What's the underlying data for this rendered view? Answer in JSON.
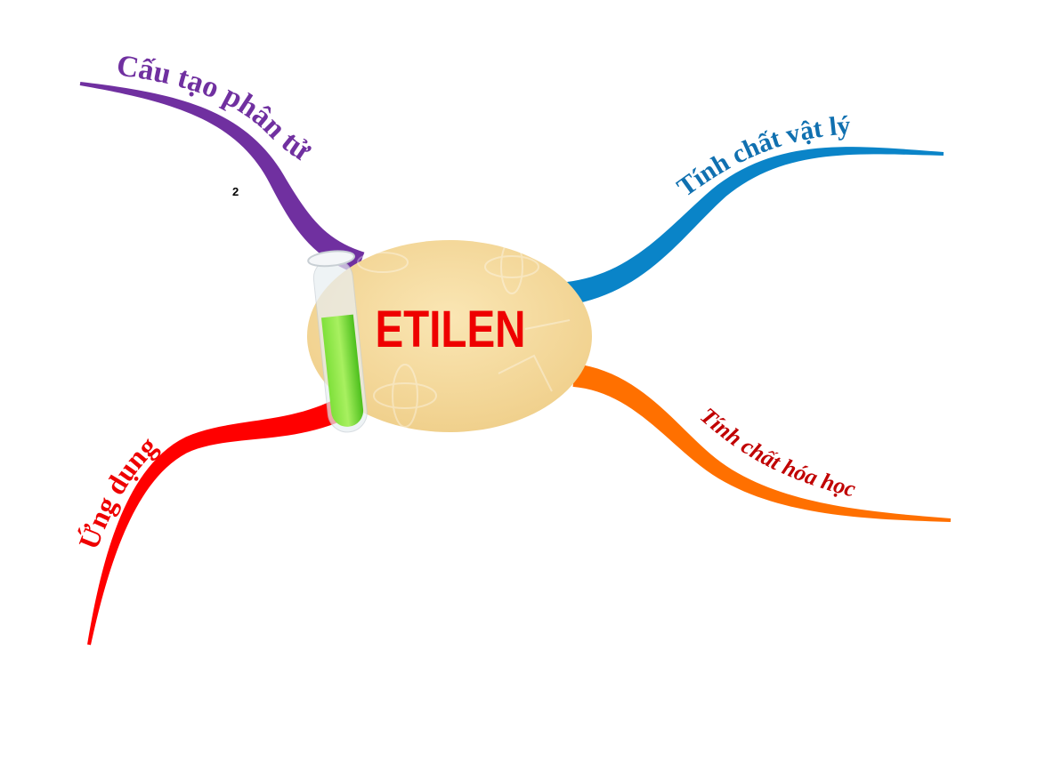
{
  "center": {
    "title": "ETILEN",
    "title_color": "#ee0000"
  },
  "branches": [
    {
      "id": "structure",
      "label": "Cấu tạo phân tử",
      "color": "#7030a0",
      "text_color": "#7030a0"
    },
    {
      "id": "physical",
      "label": "Tính chất vật lý",
      "color": "#0a84c8",
      "text_color": "#1070b0"
    },
    {
      "id": "chemical",
      "label": "Tính chất hóa học",
      "color": "#ff7000",
      "text_color": "#c00000"
    },
    {
      "id": "application",
      "label": "Ứng dụng",
      "color": "#ff0000",
      "text_color": "#ee0000"
    }
  ],
  "note": {
    "number": "2"
  }
}
